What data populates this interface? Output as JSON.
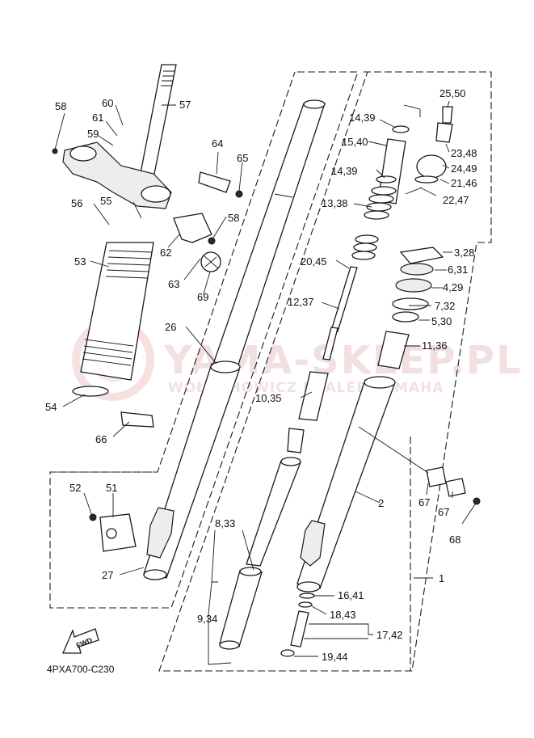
{
  "diagram": {
    "code": "4PXA700-C230",
    "watermark_main": "YAMA-SKLEP.PL",
    "watermark_sub": "WOŁOCHOWICZ DEALER YAMAHA",
    "fwd_label": "FWD",
    "labels": {
      "l1": "1",
      "l2": "2",
      "l3": "3,28",
      "l4": "4,29",
      "l5": "5,30",
      "l6": "6,31",
      "l7": "7,32",
      "l8": "8,33",
      "l9": "9,34",
      "l10": "10,35",
      "l11": "11,36",
      "l12": "12,37",
      "l13": "13,38",
      "l14a": "14,39",
      "l14b": "14,39",
      "l15": "15,40",
      "l16": "16,41",
      "l17": "17,42",
      "l18": "18,43",
      "l19": "19,44",
      "l20": "20,45",
      "l21": "21,46",
      "l22": "22,47",
      "l23": "23,48",
      "l24": "24,49",
      "l25": "25,50",
      "l26": "26",
      "l27": "27",
      "l51": "51",
      "l52": "52",
      "l53": "53",
      "l54": "54",
      "l55": "55",
      "l56": "56",
      "l57": "57",
      "l58a": "58",
      "l58b": "58",
      "l59": "59",
      "l60": "60",
      "l61": "61",
      "l62": "62",
      "l63": "63",
      "l64": "64",
      "l65": "65",
      "l66": "66",
      "l67a": "67",
      "l67b": "67",
      "l68": "68",
      "l69": "69"
    }
  }
}
